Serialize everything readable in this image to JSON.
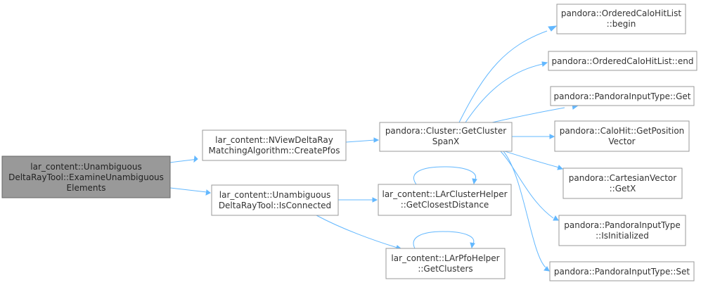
{
  "nodes": {
    "examine": {
      "lines": [
        "lar_content::Unambiguous",
        "DeltaRayTool::ExamineUnambiguous",
        "Elements"
      ]
    },
    "createpfos": {
      "lines": [
        "lar_content::NViewDeltaRay",
        "MatchingAlgorithm::CreatePfos"
      ]
    },
    "isconnected": {
      "lines": [
        "lar_content::Unambiguous",
        "DeltaRayTool::IsConnected"
      ]
    },
    "getclusterspanx": {
      "lines": [
        "pandora::Cluster::GetCluster",
        "SpanX"
      ]
    },
    "getclosestdistance": {
      "lines": [
        "lar_content::LArClusterHelper",
        "::GetClosestDistance"
      ]
    },
    "getclusters": {
      "lines": [
        "lar_content::LArPfoHelper",
        "::GetClusters"
      ]
    },
    "begin": {
      "lines": [
        "pandora::OrderedCaloHitList",
        "::begin"
      ]
    },
    "end": {
      "lines": [
        "pandora::OrderedCaloHitList::end"
      ]
    },
    "inputget": {
      "lines": [
        "pandora::PandoraInputType::Get"
      ]
    },
    "getposition": {
      "lines": [
        "pandora::CaloHit::GetPosition",
        "Vector"
      ]
    },
    "getx": {
      "lines": [
        "pandora::CartesianVector",
        "::GetX"
      ]
    },
    "isinitialized": {
      "lines": [
        "pandora::PandoraInputType",
        "::IsInitialized"
      ]
    },
    "inputset": {
      "lines": [
        "pandora::PandoraInputType::Set"
      ]
    }
  },
  "edges": [
    {
      "from": "examine",
      "to": "createpfos"
    },
    {
      "from": "examine",
      "to": "isconnected"
    },
    {
      "from": "createpfos",
      "to": "getclusterspanx"
    },
    {
      "from": "isconnected",
      "to": "getclosestdistance"
    },
    {
      "from": "isconnected",
      "to": "getclusters"
    },
    {
      "from": "getclosestdistance",
      "to": "getclosestdistance"
    },
    {
      "from": "getclusters",
      "to": "getclusters"
    },
    {
      "from": "getclusterspanx",
      "to": "begin"
    },
    {
      "from": "getclusterspanx",
      "to": "end"
    },
    {
      "from": "getclusterspanx",
      "to": "inputget"
    },
    {
      "from": "getclusterspanx",
      "to": "getposition"
    },
    {
      "from": "getclusterspanx",
      "to": "getx"
    },
    {
      "from": "getclusterspanx",
      "to": "isinitialized"
    },
    {
      "from": "getclusterspanx",
      "to": "inputset"
    }
  ],
  "colors": {
    "root_fill": "#999999",
    "node_border": "#999999",
    "edge": "#63b8ff"
  }
}
